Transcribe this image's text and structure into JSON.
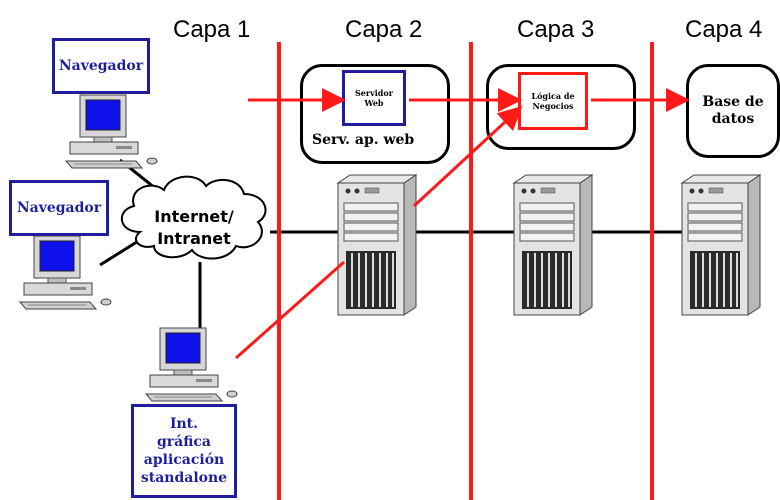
{
  "layers": {
    "capa1": "Capa 1",
    "capa2": "Capa 2",
    "capa3": "Capa 3",
    "capa4": "Capa 4"
  },
  "clients": {
    "browser_top": "Navegador",
    "browser_mid": "Navegador",
    "standalone_line1": "Int.",
    "standalone_line2": "gráfica",
    "standalone_line3": "aplicación",
    "standalone_line4": "standalone"
  },
  "network": {
    "line1": "Internet/",
    "line2": "Intranet"
  },
  "tier2": {
    "inner_line1": "Servidor",
    "inner_line2": "Web",
    "container_label": "Serv. ap. web"
  },
  "tier3": {
    "inner_line1": "Lógica de",
    "inner_line2": "Negocios"
  },
  "tier4": {
    "line1": "Base de",
    "line2": "datos"
  },
  "colors": {
    "layer_divider": "#ff1a1a",
    "client_box_border": "#1f1f9e",
    "monitor_screen": "#1010ee"
  },
  "icons": [
    "desktop-computer-icon",
    "tower-server-icon",
    "cloud-icon"
  ]
}
